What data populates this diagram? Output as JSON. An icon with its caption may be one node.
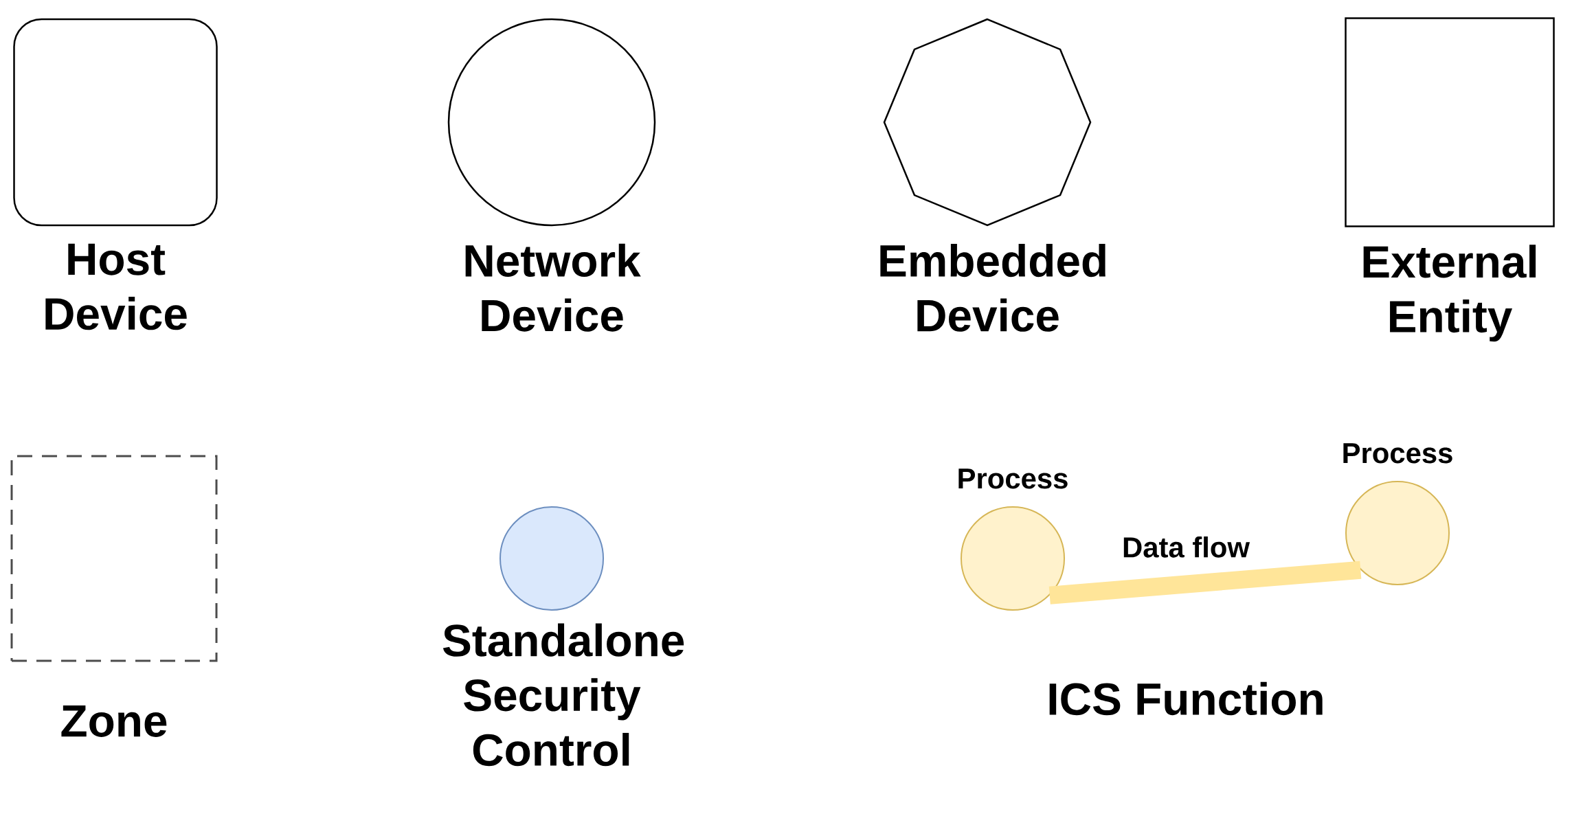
{
  "diagram": {
    "nodes": [
      {
        "text": [
          "Host Device"
        ]
      },
      {
        "text": [
          "Network Device"
        ]
      },
      {
        "text": [
          "Embedded Device"
        ]
      },
      {
        "text": [
          "External Entity"
        ]
      },
      {
        "text": [
          "Zone"
        ]
      },
      {
        "text": [
          "Standalone Security Control"
        ]
      },
      {
        "text": [
          "Process"
        ]
      },
      {
        "text": [
          "Process"
        ]
      }
    ],
    "edges": [
      {
        "from": 6,
        "to": 7,
        "arrow": "none",
        "label": "Data flow",
        "color": "#ffe599"
      }
    ],
    "labels": [
      "ICS Function"
    ]
  }
}
